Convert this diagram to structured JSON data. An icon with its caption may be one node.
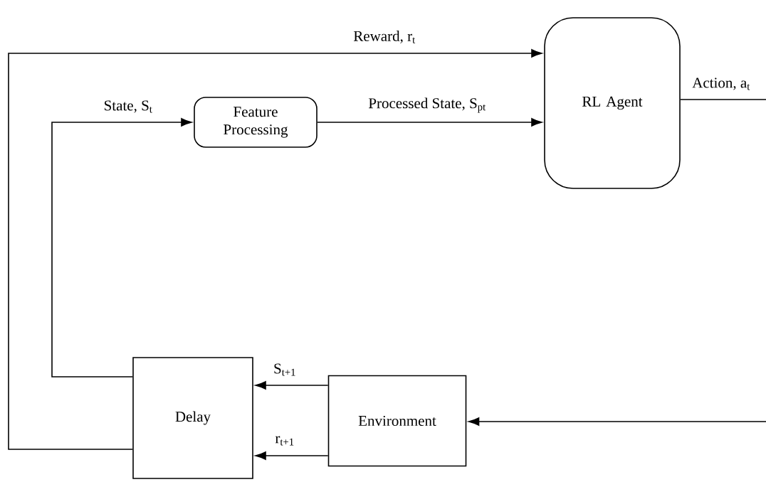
{
  "diagram": {
    "nodes": [
      {
        "text": [
          "Feature Processing"
        ]
      },
      {
        "text": [
          "RL Agent"
        ]
      },
      {
        "text": [
          "Delay"
        ]
      },
      {
        "text": [
          "Environment"
        ]
      }
    ],
    "edges": [
      {
        "from": 2,
        "to": 1,
        "arrow": "to",
        "label": "Reward, r$_{t}$"
      },
      {
        "from": 2,
        "to": 0,
        "arrow": "to",
        "label": "State, S$_{t}$"
      },
      {
        "from": 0,
        "to": 1,
        "arrow": "to",
        "label": "Processed State, S$_{pt}$"
      },
      {
        "from": 1,
        "to": 3,
        "arrow": "to",
        "label": "Action, a$_{t}$"
      },
      {
        "from": 3,
        "to": 2,
        "arrow": "to",
        "label": "S$_{t+1}$"
      },
      {
        "from": 3,
        "to": 2,
        "arrow": "to",
        "label": "r$_{t+1}$"
      }
    ]
  }
}
